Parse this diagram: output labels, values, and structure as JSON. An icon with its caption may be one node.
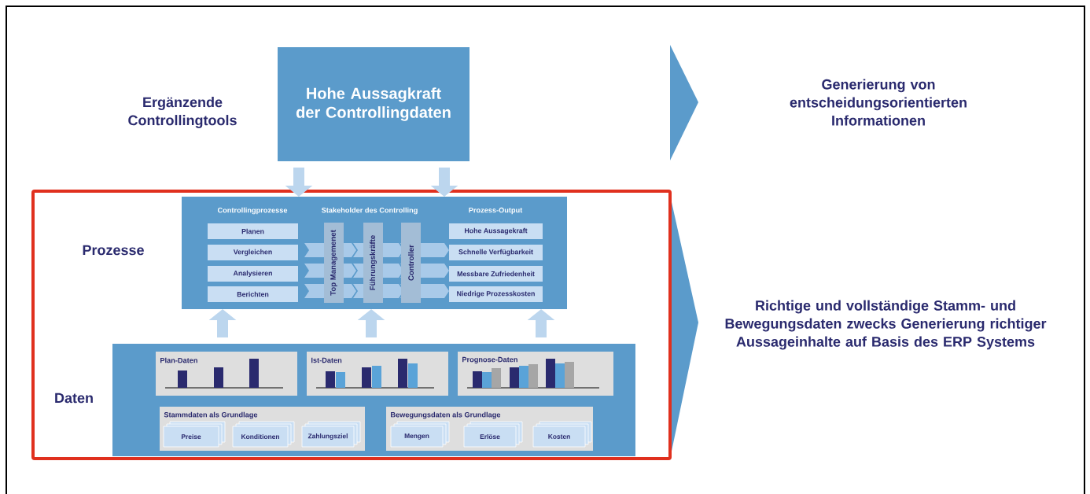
{
  "diagram": {
    "nodes": [
      {
        "text": [
          "Hohe Aussagkraft der Controllingdaten"
        ]
      },
      {
        "text": [],
        "shape": "box"
      },
      {
        "text": [
          "Controllingprozesse",
          "Stakeholder des Controlling",
          "Prozess-Output"
        ],
        "in": 1
      },
      {
        "text": [
          "Planen"
        ],
        "in": 2
      },
      {
        "text": [
          "Vergleichen"
        ],
        "in": 2
      },
      {
        "text": [
          "Analysieren"
        ],
        "in": 2
      },
      {
        "text": [
          "Berichten"
        ],
        "in": 2
      },
      {
        "text": [
          "Top Managemenet"
        ],
        "in": 2
      },
      {
        "text": [
          "Führungskräfte"
        ],
        "in": 2
      },
      {
        "text": [
          "Controller"
        ],
        "in": 2
      },
      {
        "text": [
          "Hohe Aussagekraft"
        ],
        "in": 2
      },
      {
        "text": [
          "Schnelle Verfügbarkeit"
        ],
        "in": 2
      },
      {
        "text": [
          "Messbare Zufriedenheit"
        ],
        "in": 2
      },
      {
        "text": [
          "Niedrige Prozesskosten"
        ],
        "in": 2
      },
      {
        "text": [],
        "shape": "box",
        "in": 1
      },
      {
        "text": [
          "Plan-Daten"
        ],
        "in": 14
      },
      {
        "text": [
          "Ist-Daten"
        ],
        "in": 14
      },
      {
        "text": [
          "Prognose-Daten"
        ],
        "in": 14
      },
      {
        "text": [
          "Stammdaten als Grundlage"
        ],
        "in": 14
      },
      {
        "text": [
          "Preise"
        ],
        "in": 18
      },
      {
        "text": [
          "Konditionen"
        ],
        "in": 18
      },
      {
        "text": [
          "Zahlungsziel"
        ],
        "in": 18
      },
      {
        "text": [
          "Bewegungsdaten als Grundlage"
        ],
        "in": 14
      },
      {
        "text": [
          "Mengen"
        ],
        "in": 22
      },
      {
        "text": [
          "Erlöse"
        ],
        "in": 22
      },
      {
        "text": [
          "Kosten"
        ],
        "in": 22
      }
    ],
    "edges": [
      {
        "from": 0,
        "to": 2,
        "arrow": "to"
      },
      {
        "from": 0,
        "to": 2,
        "arrow": "to"
      },
      {
        "from": 14,
        "to": 2,
        "arrow": "to"
      },
      {
        "from": 14,
        "to": 2,
        "arrow": "to"
      },
      {
        "from": 14,
        "to": 2,
        "arrow": "to"
      }
    ],
    "labels": [
      "Ergänzende Controllingtools",
      "Generierung von entscheidungsorientierten Informationen",
      "Prozesse",
      "Richtige und vollständige Stamm- und Bewegungsdaten zwecks Generierung richtiger Aussageinhalte auf Basis des ERP Systems",
      "Daten"
    ]
  }
}
